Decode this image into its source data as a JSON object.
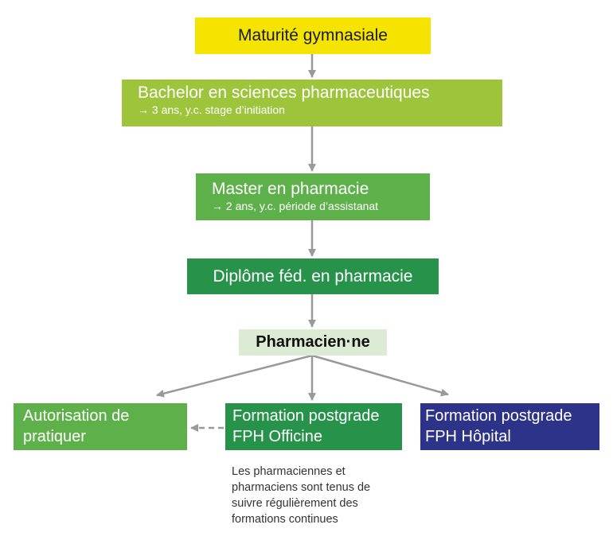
{
  "nodes": {
    "maturite": {
      "title": "Maturité gymnasiale"
    },
    "bachelor": {
      "title": "Bachelor en sciences pharmaceutiques",
      "subtitle": "→ 3 ans, y.c. stage d’initiation"
    },
    "master": {
      "title": "Master en pharmacie",
      "subtitle": "→ 2 ans, y.c. période d’assistanat"
    },
    "diplome": {
      "title": "Diplôme féd. en pharmacie"
    },
    "pharmacien": {
      "title": "Pharmacien·ne"
    },
    "autorisation": {
      "line1": "Autorisation de",
      "line2": "pratiquer"
    },
    "officine": {
      "line1": "Formation postgrade",
      "line2": "FPH Officine"
    },
    "hopital": {
      "line1": "Formation postgrade",
      "line2": "FPH Hôpital"
    }
  },
  "note": {
    "lines": [
      "Les pharmaciennes et",
      "pharmaciens sont tenus de",
      "suivre régulièrement des",
      "formations continues"
    ]
  },
  "colors": {
    "yellow": "#f5e400",
    "light_green": "#9dc43b",
    "mid_green": "#5eb14a",
    "dark_green": "#27924a",
    "pale_green": "#dcebd3",
    "navy": "#2d3388",
    "arrow_gray": "#999999"
  }
}
